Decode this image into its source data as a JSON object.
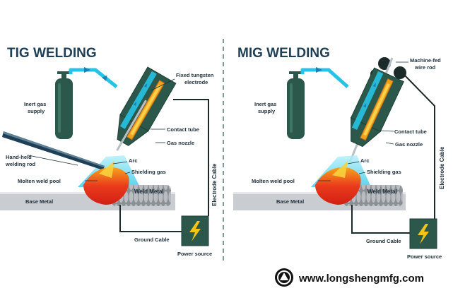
{
  "tig": {
    "title": "TIG WELDING",
    "labels": {
      "electrode": [
        "Fixed tungsten",
        "electrode"
      ],
      "inert_gas": [
        "Inert gas",
        "supply"
      ],
      "contact_tube": "Contact tube",
      "gas_nozzle": "Gas nozzle",
      "welding_rod": [
        "Hand-held",
        "welding rod"
      ],
      "arc": "Arc",
      "shielding_gas": "Shielding gas",
      "weld_pool": "Molten weld pool",
      "weld_metal": "Weld Metal",
      "base_metal": "Base Metal",
      "electrode_cable": "Electrode Cable",
      "ground_cable": "Ground Cable",
      "power_source": "Power source"
    }
  },
  "mig": {
    "title": "MIG WELDING",
    "labels": {
      "wire_rod": [
        "Machine-fed",
        "wire rod"
      ],
      "inert_gas": [
        "Inert gas",
        "supply"
      ],
      "contact_tube": "Contact tube",
      "gas_nozzle": "Gas nozzle",
      "arc": "Arc",
      "shielding_gas": "Shielding gas",
      "weld_pool": "Molten weld pool",
      "weld_metal": "Weld Metal",
      "base_metal": "Base Metal",
      "electrode_cable": "Electrode Cable",
      "ground_cable": "Ground Cable",
      "power_source": "Power source"
    }
  },
  "footer": {
    "url": "www.longshengmfg.com",
    "logo_icon": "longsheng-logo-icon"
  },
  "colors": {
    "dark_green": "#2b584a",
    "cyan": "#27c3e6",
    "gas_blue": "#8fe3f5",
    "weld_red": "#e8301b",
    "base_grey": "#c9ccd0",
    "cable": "#1d2a2a",
    "title": "#1f3f56"
  }
}
